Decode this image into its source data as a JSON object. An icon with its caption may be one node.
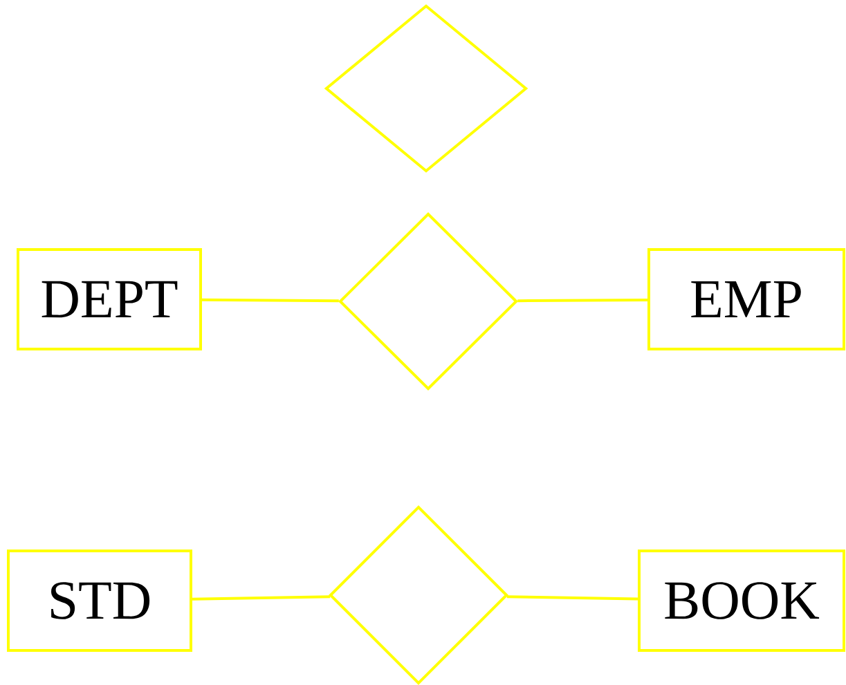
{
  "diagram": {
    "nodes": [
      {
        "text": [],
        "shape": "diamond"
      },
      {
        "text": [
          "DEPT"
        ]
      },
      {
        "text": [],
        "shape": "diamond"
      },
      {
        "text": [
          "EMP"
        ]
      },
      {
        "text": [
          "STD"
        ]
      },
      {
        "text": [],
        "shape": "diamond"
      },
      {
        "text": [
          "BOOK"
        ]
      }
    ],
    "edges": [
      {
        "from": 1,
        "to": 2,
        "arrow": "none"
      },
      {
        "from": 2,
        "to": 3,
        "arrow": "none"
      },
      {
        "from": 4,
        "to": 5,
        "arrow": "none"
      },
      {
        "from": 5,
        "to": 6,
        "arrow": "none"
      }
    ]
  }
}
